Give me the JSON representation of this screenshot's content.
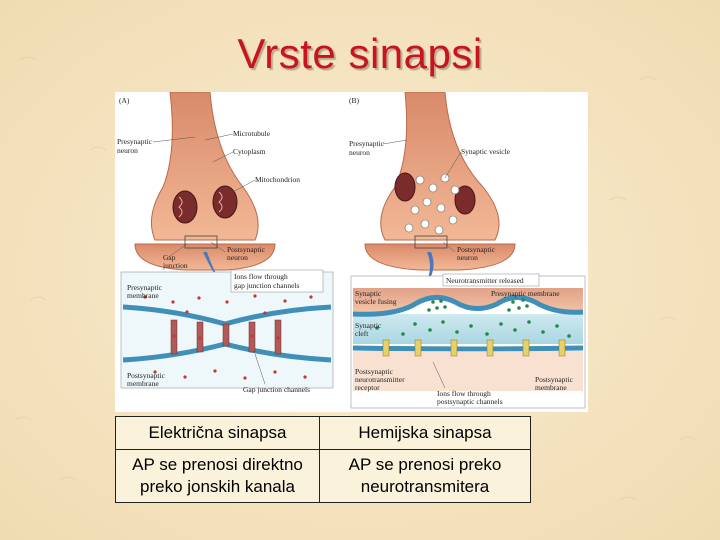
{
  "title": "Vrste sinapsi",
  "figure": {
    "panel_a": {
      "letter": "(A)",
      "labels": {
        "presynaptic": "Presynaptic",
        "presynaptic_neuron": "neuron",
        "microtubule": "Microtubule",
        "cytoplasm": "Cytoplasm",
        "mitochondrion": "Mitochondrion",
        "postsynaptic": "Postsynaptic",
        "postsynaptic_neuron": "neuron",
        "gap": "Gap",
        "junction": "junction",
        "ions_flow_1": "Ions flow through",
        "ions_flow_2": "gap junction channels",
        "presynaptic_membrane_1": "Presynaptic",
        "presynaptic_membrane_2": "membrane",
        "postsynaptic_membrane_1": "Postsynaptic",
        "postsynaptic_membrane_2": "membrane",
        "gap_junction_channels": "Gap junction channels"
      }
    },
    "panel_b": {
      "letter": "(B)",
      "labels": {
        "presynaptic": "Presynaptic",
        "presynaptic_neuron": "neuron",
        "synaptic_vesicle": "Synaptic vesicle",
        "postsynaptic": "Postsynaptic",
        "postsynaptic_neuron": "neuron",
        "nt_released": "Neurotransmitter released",
        "synaptic_1": "Synaptic",
        "vesicle_fusing": "vesicle fusing",
        "presynaptic_membrane": "Presynaptic membrane",
        "synaptic_cleft_1": "Synaptic",
        "synaptic_cleft_2": "cleft",
        "receptor_1": "Postsynaptic",
        "receptor_2": "neurotransmitter",
        "receptor_3": "receptor",
        "ions_flow_1": "Ions flow through",
        "ions_flow_2": "postsynaptic channels",
        "postsynaptic_membrane_1": "Postsynaptic",
        "postsynaptic_membrane_2": "membrane"
      }
    }
  },
  "table": {
    "left_header": "Električna sinapsa",
    "right_header": "Hemijska sinapsa",
    "left_desc_1": "AP se prenosi direktno",
    "left_desc_2": "preko jonskih kanala",
    "right_desc_1": "AP se prenosi preko",
    "right_desc_2": "neurotransmitera"
  },
  "colors": {
    "title": "#c8141e",
    "background": "#f6e7c4",
    "neuron": "#e8a07a",
    "membrane": "#3f8fb8",
    "cleft": "#b9dfe8"
  }
}
